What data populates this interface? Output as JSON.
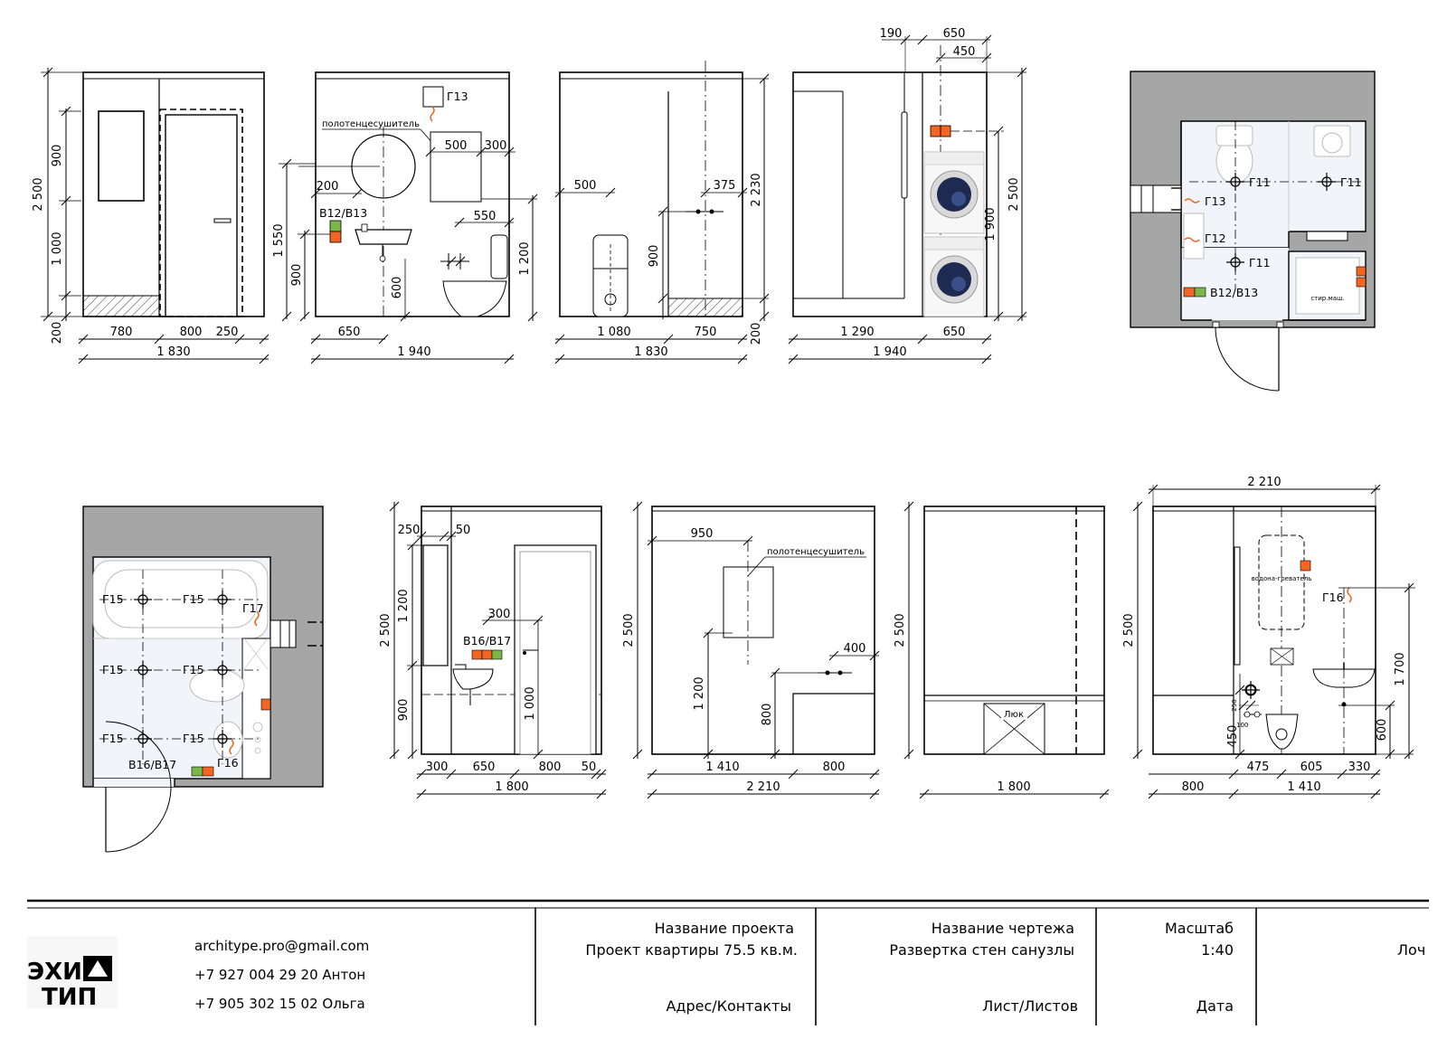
{
  "colors": {
    "wall_fill": "#a6a6a6",
    "floor_fill": "#f1f5f9",
    "socket_orange": "#f26522",
    "socket_green": "#7ab648",
    "line": "#000000"
  },
  "top_row": {
    "elev1": {
      "h_total": "2 500",
      "h_top": "900",
      "h_mid": "1 000",
      "h_bot": "200",
      "w_left": "780",
      "w_door": "800",
      "w_right": "250",
      "w_total": "1 830"
    },
    "elev2": {
      "lbl_g13": "Г13",
      "lbl_towel": "полотенцесушитель",
      "d500": "500",
      "d300": "300",
      "d200": "200",
      "lbl_b12": "В12/В13",
      "d550": "550",
      "d1550": "1 550",
      "d900": "900",
      "d600": "600",
      "d1200": "1 200",
      "w650": "650",
      "w_total": "1 940"
    },
    "elev3": {
      "d500": "500",
      "d375": "375",
      "d900": "900",
      "d2230": "2 230",
      "d200": "200",
      "w1080": "1 080",
      "w750": "750",
      "w_total": "1 830"
    },
    "elev4": {
      "d190": "190",
      "d650": "650",
      "d450": "450",
      "d2500": "2 500",
      "d1900": "1 900",
      "w1290": "1 290",
      "w650": "650",
      "w_total": "1 940"
    },
    "plan1": {
      "g11a": "Г11",
      "g11b": "Г11",
      "g11c": "Г11",
      "g13": "Г13",
      "g12": "Г12",
      "b12": "В12/В13",
      "washer": "стир.маш."
    }
  },
  "bottom_row": {
    "plan2": {
      "g15a": "Г15",
      "g15b": "Г15",
      "g15c": "Г15",
      "g15d": "Г15",
      "g15e": "Г15",
      "g15f": "Г15",
      "g17": "Г17",
      "g16": "Г16",
      "b16": "В16/В17"
    },
    "elev5": {
      "d250": "250",
      "d50": "50",
      "d1200": "1 200",
      "d2500": "2 500",
      "d300": "300",
      "lbl_b16": "В16/В17",
      "d1000": "1 000",
      "d900": "900",
      "w300": "300",
      "w650": "650",
      "w800": "800",
      "w50": "50",
      "w_total": "1 800"
    },
    "elev6": {
      "d950": "950",
      "lbl_towel": "полотенцесушитель",
      "d2500": "2 500",
      "d400": "400",
      "d1200": "1 200",
      "d800": "800",
      "w1410": "1 410",
      "w800": "800",
      "w_total": "2 210"
    },
    "elev7": {
      "d2500": "2 500",
      "lbl_hatch": "Люк",
      "w_total": "1 800"
    },
    "elev8": {
      "top": "2 210",
      "lbl_heater": "водона-греватель",
      "g16": "Г16",
      "d2500": "2 500",
      "d1700": "1 700",
      "d250": "250",
      "d100": "100",
      "d450": "450",
      "d600": "600",
      "w800": "800",
      "w475": "475",
      "w605": "605",
      "w330": "330",
      "w1410": "1 410"
    }
  },
  "title_block": {
    "logo_top": "ЭХИ",
    "logo_bottom": "ТИП",
    "email": "architype.pro@gmail.com",
    "phone1": "+7 927 004 29 20 Антон",
    "phone2": "+7 905 302 15 02 Ольга",
    "project_label": "Название проекта",
    "project_value": "Проект квартиры 75.5 кв.м.",
    "address_label": "Адрес/Контакты",
    "drawing_label": "Название чертежа",
    "drawing_value": "Развертка стен санузлы",
    "sheet_label": "Лист/Листов",
    "scale_label": "Масштаб",
    "scale_value": "1:40",
    "date_label": "Дата",
    "loc_label": "Лоч"
  }
}
